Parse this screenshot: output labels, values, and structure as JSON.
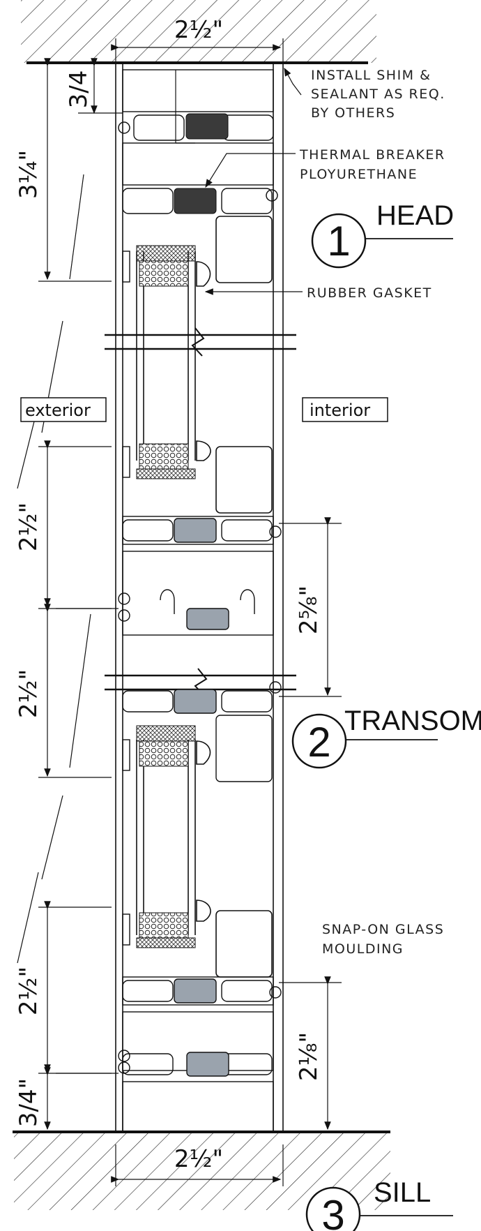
{
  "notes": {
    "shim": [
      "INSTALL SHIM &",
      "SEALANT AS REQ.",
      "BY OTHERS"
    ],
    "thermal": [
      "THERMAL BREAKER",
      "PLOYURETHANE"
    ],
    "gasket": "RUBBER GASKET",
    "moulding": [
      "SNAP-ON GLASS",
      "MOULDING"
    ]
  },
  "tags": {
    "exterior": "exterior",
    "interior": "interior"
  },
  "sections": [
    {
      "number": "1",
      "label": "HEAD"
    },
    {
      "number": "2",
      "label": "TRANSOM"
    },
    {
      "number": "3",
      "label": "SILL"
    }
  ],
  "dimensions": {
    "head_width": "2½\"",
    "head_small": "3/4",
    "head_tall": "3¼\"",
    "transom_upper": "2½\"",
    "transom_lower": "2½\"",
    "transom_interior": "2⅝\"",
    "sill_upper": "2½\"",
    "sill_small": "3/4\"",
    "sill_interior": "2⅛\"",
    "sill_width": "2½\""
  },
  "colors": {
    "line": "#111111",
    "thermal_head": "#3a3a3a",
    "thermal_other": "#9aa3ad"
  }
}
